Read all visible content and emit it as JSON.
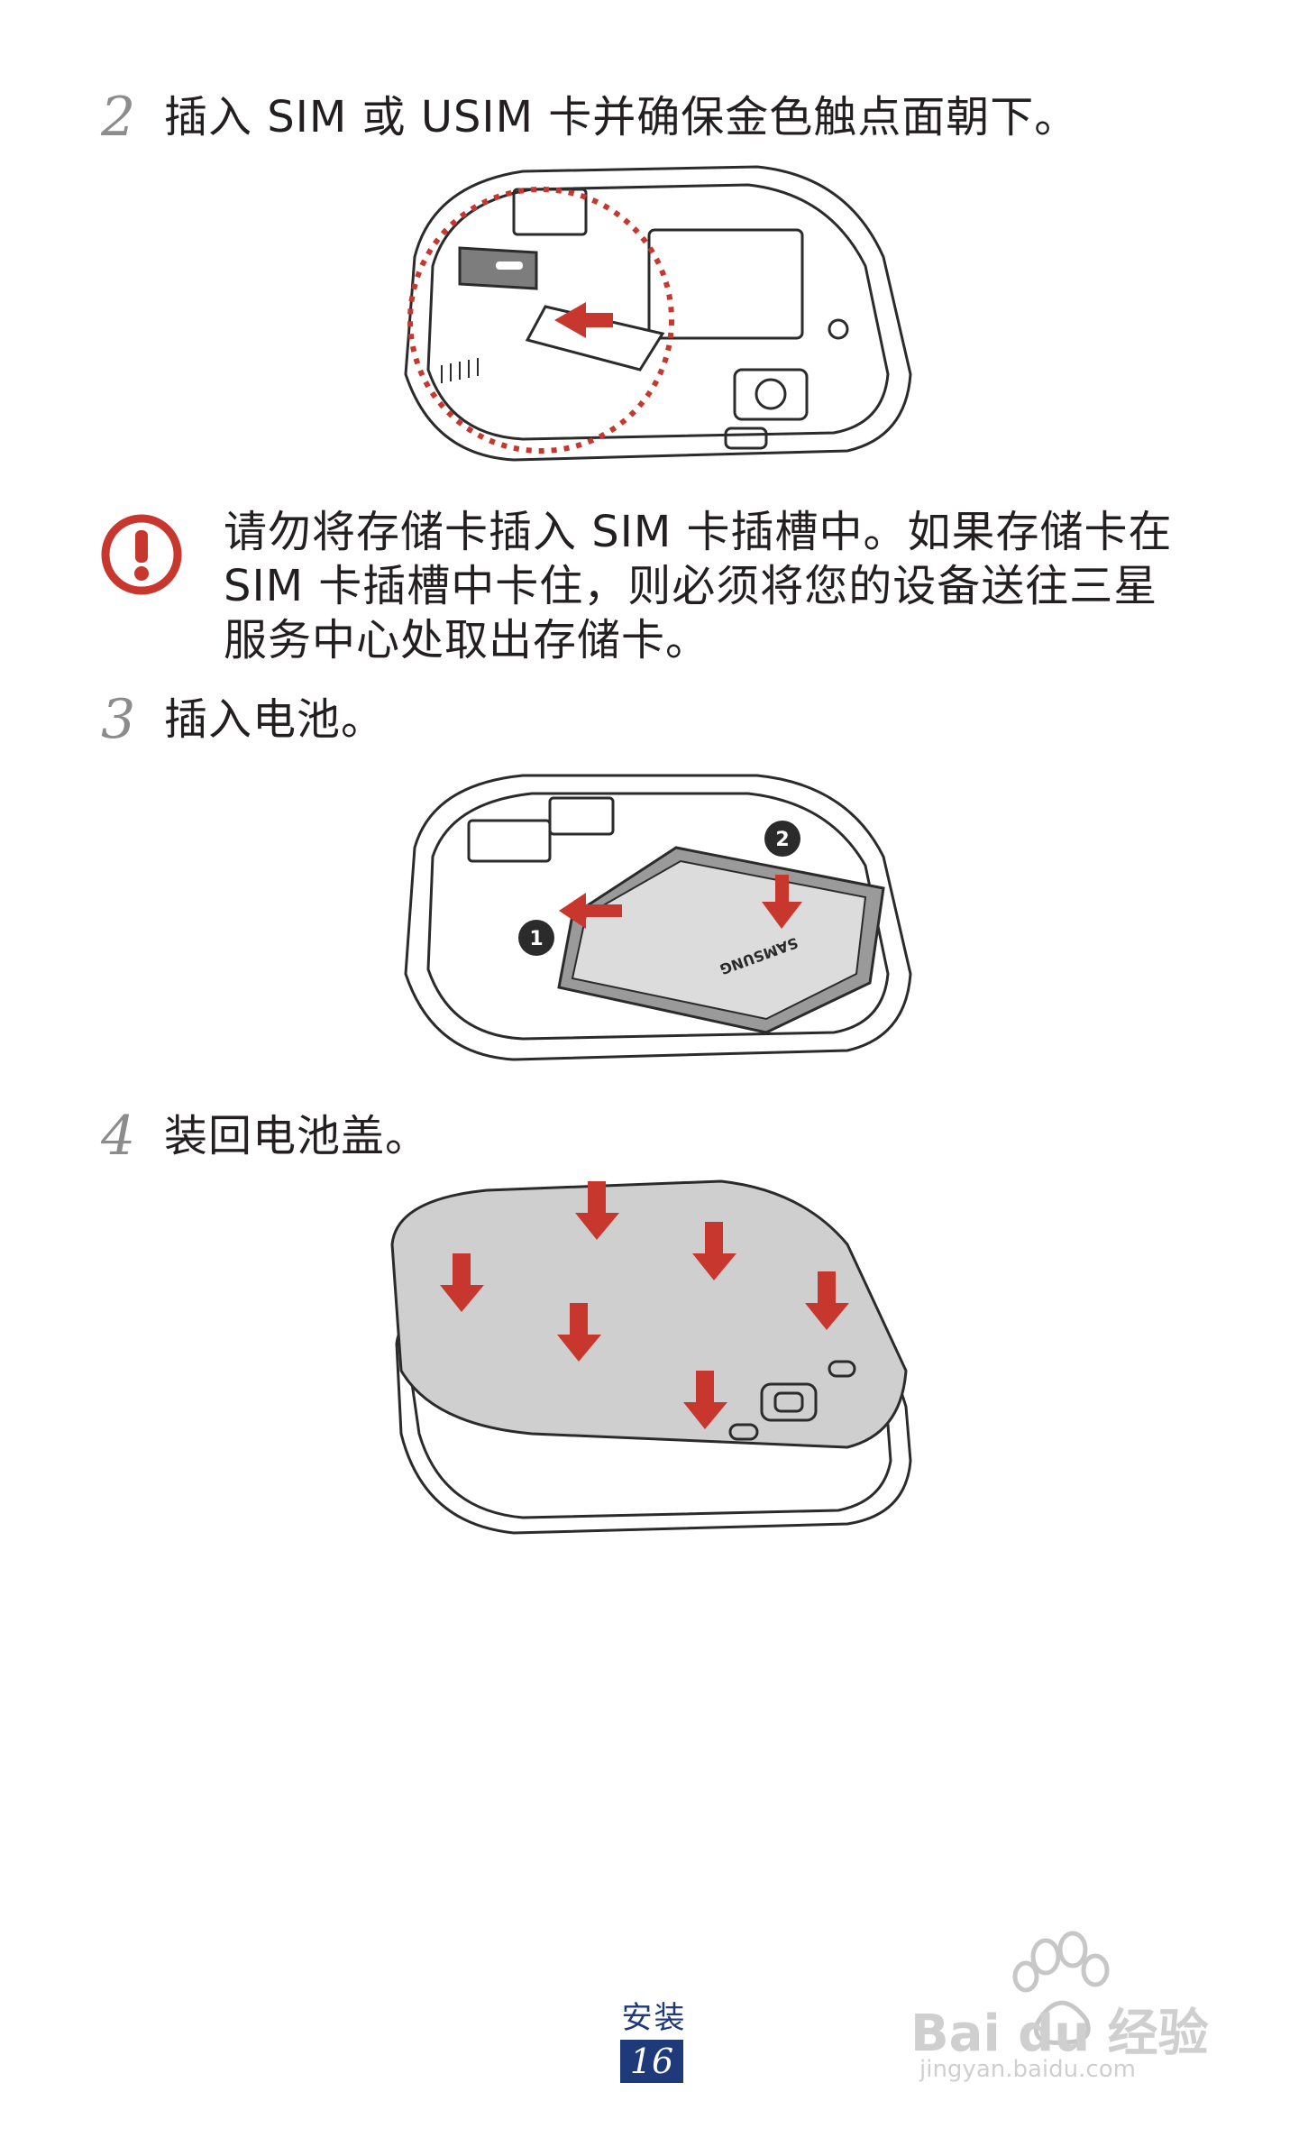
{
  "steps": [
    {
      "num": "2",
      "text": "插入 SIM 或 USIM 卡并确保金色触点面朝下。"
    },
    {
      "num": "3",
      "text": "插入电池。"
    },
    {
      "num": "4",
      "text": "装回电池盖。"
    }
  ],
  "caution": {
    "icon": "caution-icon",
    "lines": [
      "请勿将存储卡插入 SIM 卡插槽中。如果存储卡在",
      "SIM 卡插槽中卡住，则必须将您的设备送往三星",
      "服务中心处取出存储卡。"
    ]
  },
  "illustrations": {
    "battery_callouts": [
      "1",
      "2"
    ],
    "battery_brand": "SAMSUNG"
  },
  "footer": {
    "section_title": "安装",
    "page_number": "16"
  },
  "watermark": {
    "brand": "Bai du 经验",
    "url": "jingyan.baidu.com"
  },
  "colors": {
    "arrow_red": "#c8372d",
    "caution_red": "#c8372d",
    "footer_blue": "#1f3a7a",
    "step_num_gray": "#8c8c8c"
  }
}
